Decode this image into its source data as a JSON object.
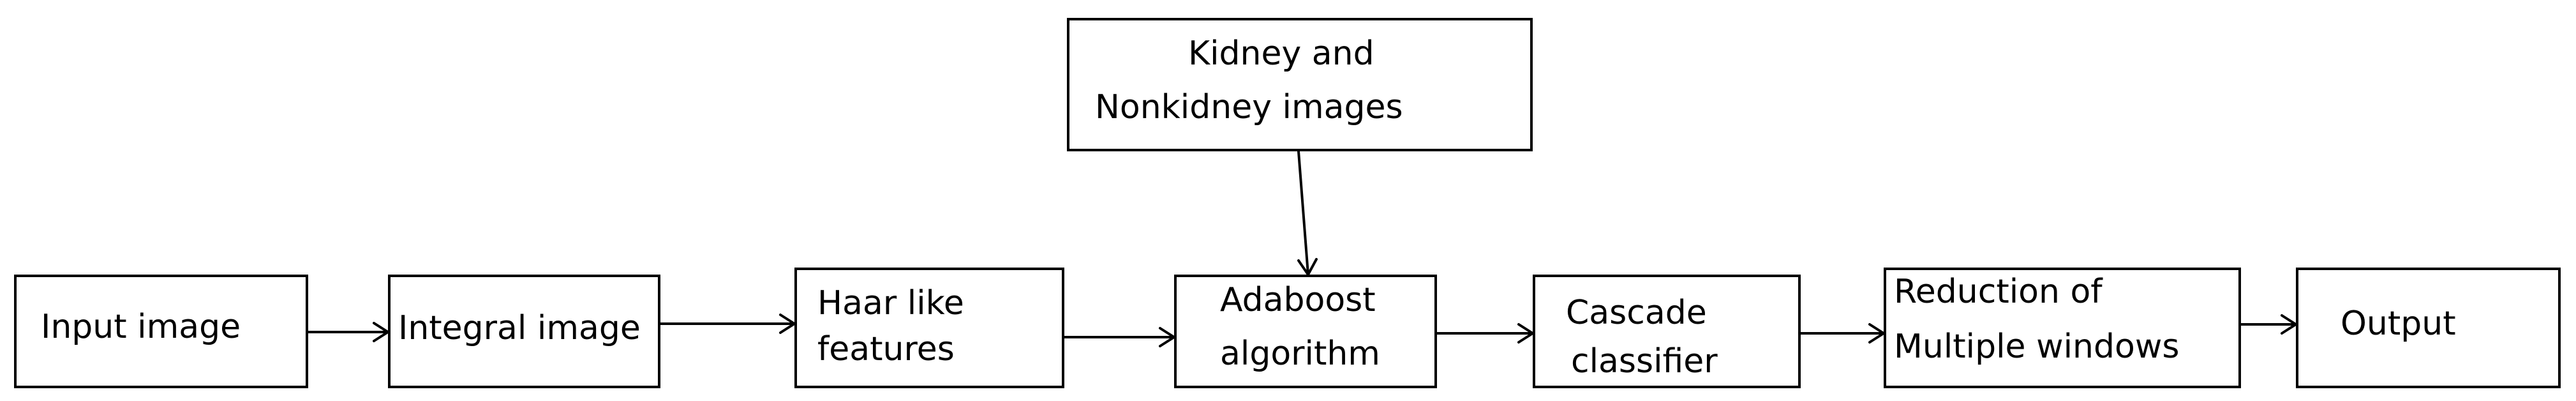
{
  "diagram": {
    "nodes": {
      "kidney": {
        "line1": "Kidney and",
        "line2": "Nonkidney  images"
      },
      "input": {
        "label": "Input image"
      },
      "integral": {
        "label": "Integral image"
      },
      "haar": {
        "line1": "Haar like",
        "line2": "features"
      },
      "adaboost": {
        "line1": "Adaboost",
        "line2": "algorithm"
      },
      "cascade": {
        "line1": "Cascade",
        "line2": "classifier"
      },
      "reduction": {
        "line1": "Reduction of",
        "line2": "Multiple windows"
      },
      "output": {
        "label": "Output"
      }
    },
    "edges": [
      {
        "from": "Input image",
        "to": "Integral image"
      },
      {
        "from": "Integral image",
        "to": "Haar like features"
      },
      {
        "from": "Haar like features",
        "to": "Adaboost algorithm"
      },
      {
        "from": "Kidney and Nonkidney images",
        "to": "Adaboost algorithm"
      },
      {
        "from": "Adaboost algorithm",
        "to": "Cascade classifier"
      },
      {
        "from": "Cascade classifier",
        "to": "Reduction of Multiple windows"
      },
      {
        "from": "Reduction of Multiple windows",
        "to": "Output"
      }
    ]
  }
}
